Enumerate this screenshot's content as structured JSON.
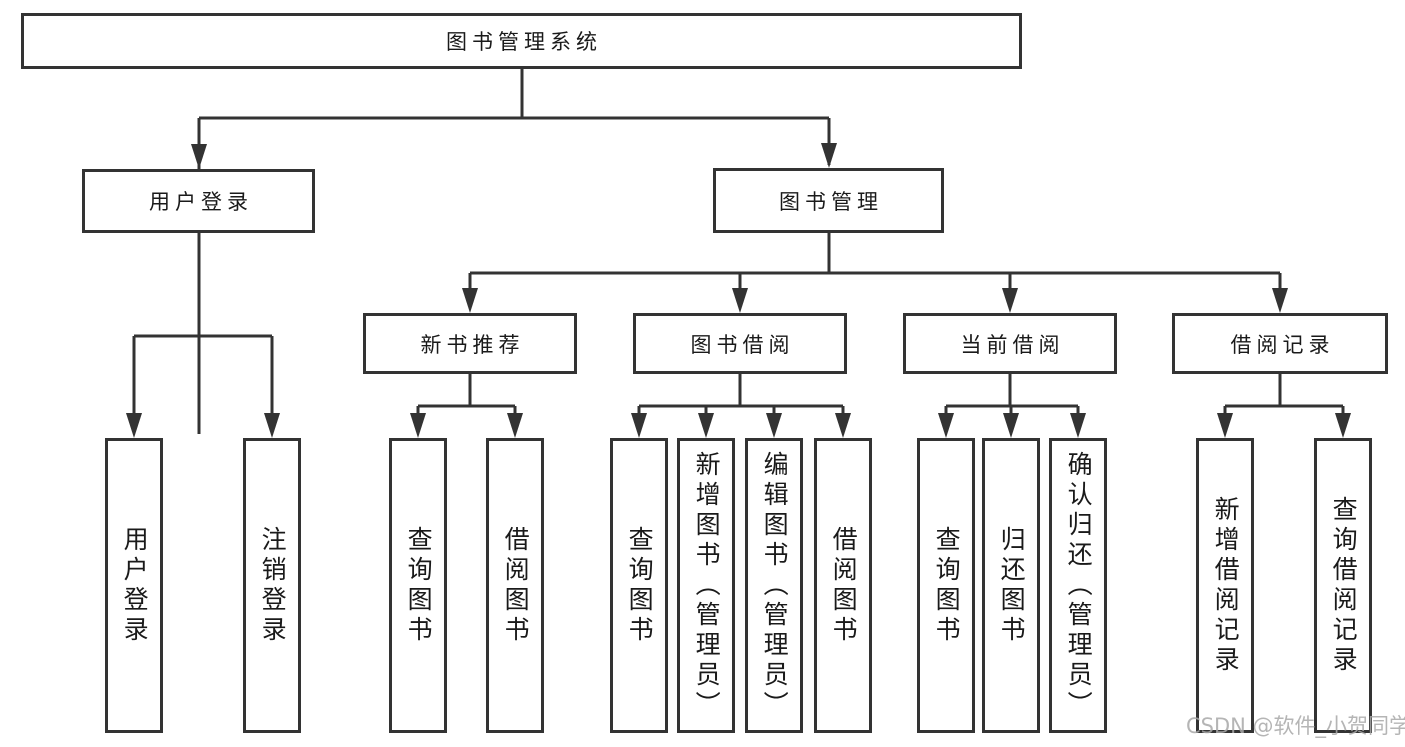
{
  "diagram": {
    "title": "图书管理系统",
    "tree": {
      "label": "图书管理系统",
      "children": [
        {
          "label": "用户登录",
          "children": [
            {
              "label": "用户登录"
            },
            {
              "label": "注销登录"
            }
          ]
        },
        {
          "label": "图书管理",
          "children": [
            {
              "label": "新书推荐",
              "children": [
                {
                  "label": "查询图书"
                },
                {
                  "label": "借阅图书"
                }
              ]
            },
            {
              "label": "图书借阅",
              "children": [
                {
                  "label": "查询图书"
                },
                {
                  "label": "新增图书（管理员）"
                },
                {
                  "label": "编辑图书（管理员）"
                },
                {
                  "label": "借阅图书"
                }
              ]
            },
            {
              "label": "当前借阅",
              "children": [
                {
                  "label": "查询图书"
                },
                {
                  "label": "归还图书"
                },
                {
                  "label": "确认归还（管理员）"
                }
              ]
            },
            {
              "label": "借阅记录",
              "children": [
                {
                  "label": "新增借阅记录"
                },
                {
                  "label": "查询借阅记录"
                }
              ]
            }
          ]
        }
      ]
    },
    "colors": {
      "line": "#333333",
      "text": "#1a1a1a",
      "background": "#ffffff",
      "watermark_text_color": "#a9a9a9"
    }
  },
  "watermark": {
    "text": "CSDN @软件_小贺同学"
  }
}
